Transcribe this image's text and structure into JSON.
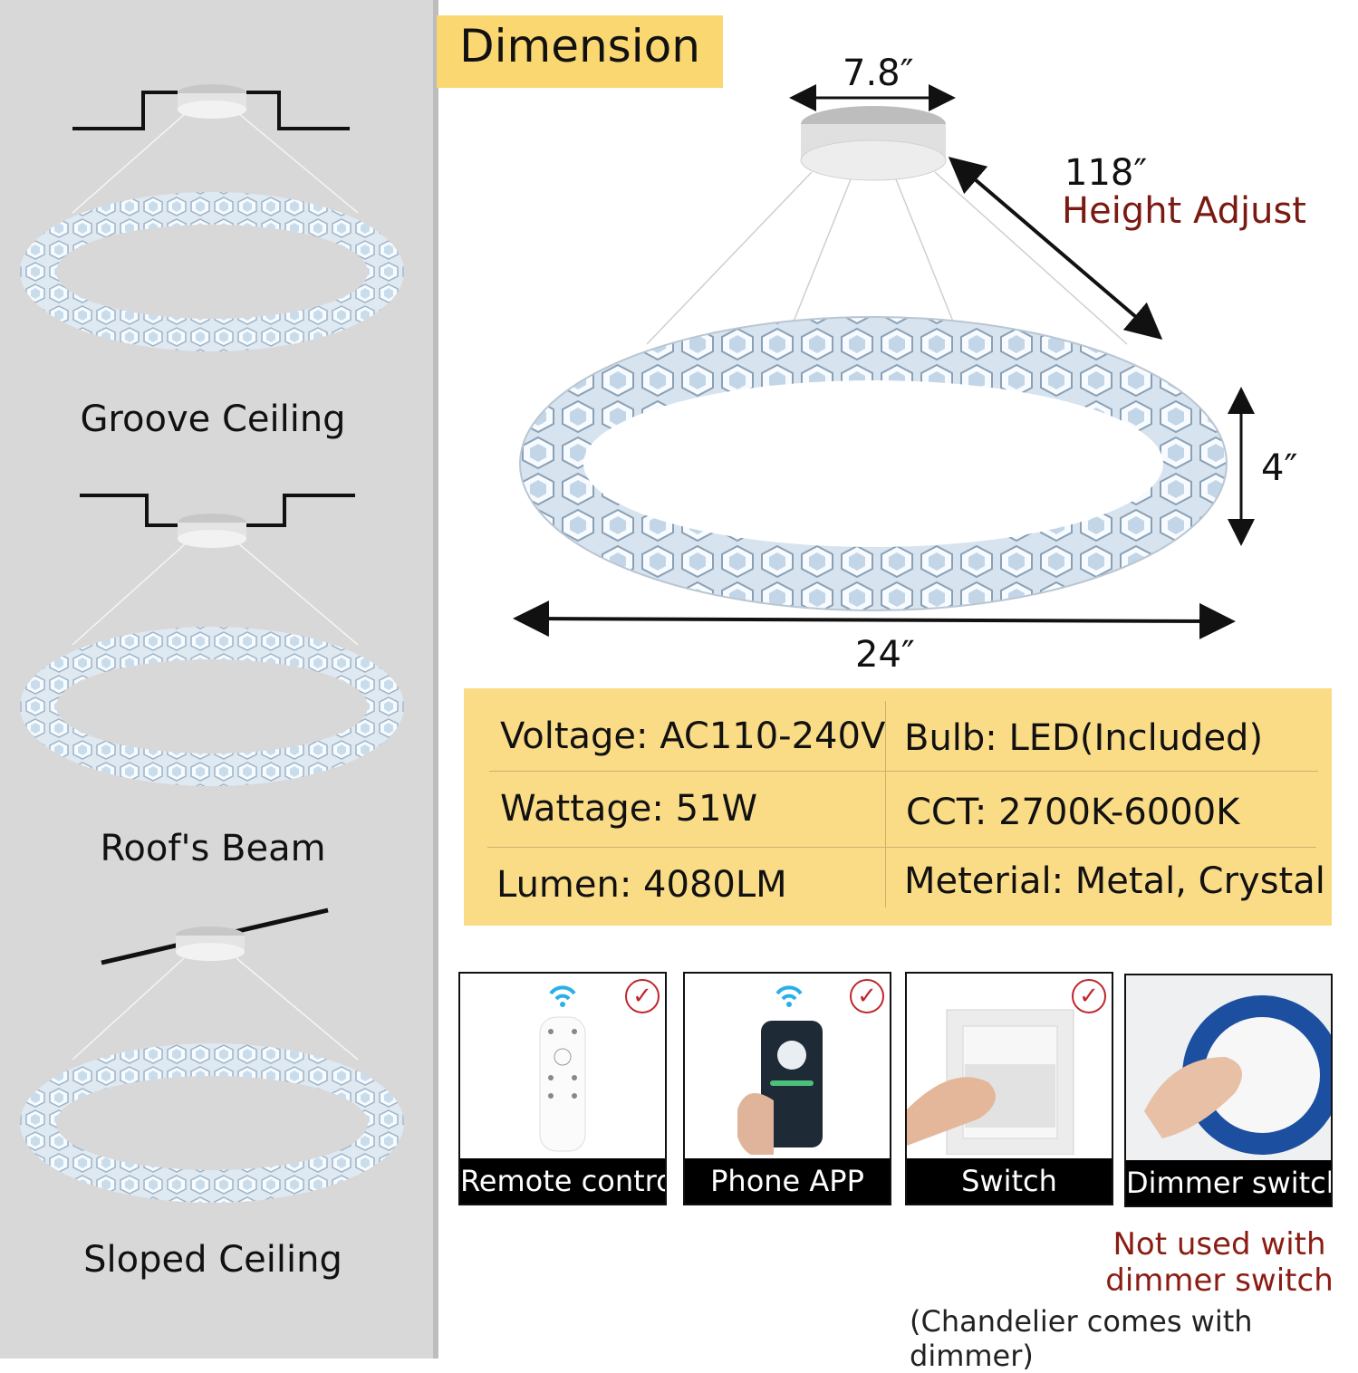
{
  "mounting": [
    {
      "label": "Groove Ceiling"
    },
    {
      "label": "Roof's Beam"
    },
    {
      "label": "Sloped Ceiling"
    }
  ],
  "dimension": {
    "title": "Dimension",
    "canopy_width": "7.8″",
    "height_value": "118″",
    "height_label": "Height Adjust",
    "ring_height": "4″",
    "ring_diameter": "24″"
  },
  "specs": [
    {
      "left": "Voltage: AC110-240V",
      "right": "Bulb: LED(Included)"
    },
    {
      "left": "Wattage: 51W",
      "right": "CCT: 2700K-6000K"
    },
    {
      "left": "Lumen: 4080LM",
      "right": "Meterial: Metal, Crystal"
    }
  ],
  "controls": [
    {
      "caption": "Remote contro",
      "icon": "remote-control-icon",
      "supported": true
    },
    {
      "caption": "Phone APP",
      "icon": "smartphone-app-icon",
      "supported": true
    },
    {
      "caption": "Switch",
      "icon": "wall-switch-icon",
      "supported": true
    },
    {
      "caption": "Dimmer switch",
      "icon": "dimmer-knob-icon",
      "supported": false
    }
  ],
  "note": {
    "line1": "Not used with",
    "line2": "dimmer switch",
    "line3": "(Chandelier comes with dimmer)"
  },
  "colors": {
    "highlight": "#fad771",
    "spec_bg": "#fbdc86",
    "accent_red": "#8b1c14",
    "badge_red": "#c0262c",
    "left_bg": "#d8d8d8"
  }
}
